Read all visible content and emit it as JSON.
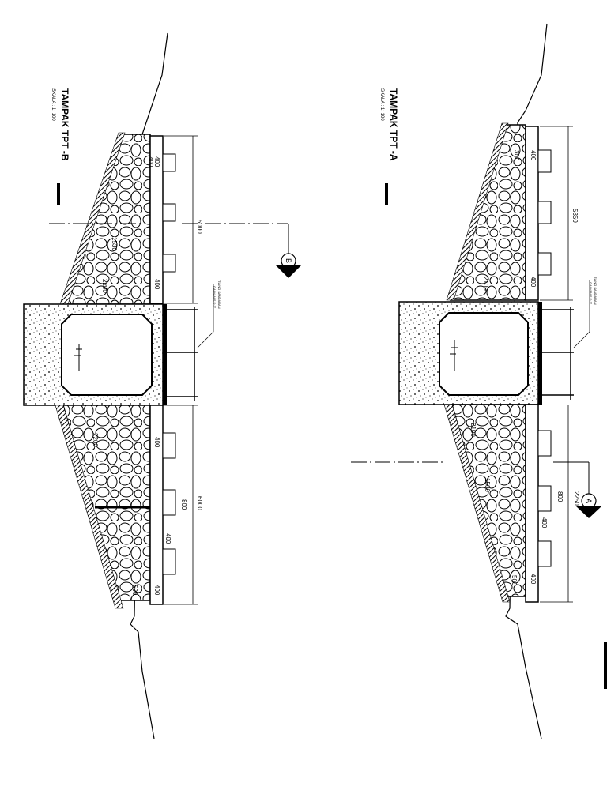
{
  "sheet": {
    "left_view": {
      "title": "TAMPAK TPT -B",
      "scale": "SKALA : 1: 100",
      "dims": {
        "total_upper": "5000",
        "total_lower": "6000",
        "top_width": "400",
        "mid_width": "1530",
        "base_upper": "2200",
        "base_lower": "2200",
        "tie_width": "400",
        "tie_width_2": "400",
        "bot_width": "400",
        "lower_mid": "800",
        "lower_edge": "500",
        "wall_top_1": "400",
        "wall_top_2": "400",
        "wall_top_3": "400"
      },
      "section_mark": "B",
      "pipe_note_1": "TIANG SANDARAN",
      "pipe_note_2": "GALVANIS D 3\""
    },
    "right_view": {
      "title": "TAMPAK TPT -A",
      "scale": "SKALA : 1: 100",
      "dims": {
        "total_upper": "5350",
        "top_width": "400",
        "base_upper": "2100",
        "top_edge": "300",
        "tie_width": "400",
        "base_lower": "2100",
        "mid_lower": "1500",
        "lower_mid": "800",
        "lower_tie": "400",
        "lower_edge": "500",
        "bot_width": "400",
        "offset": "2250"
      },
      "section_mark": "A",
      "pipe_note_1": "TIANG SANDARAN",
      "pipe_note_2": "GALVANIS D 3\""
    }
  }
}
